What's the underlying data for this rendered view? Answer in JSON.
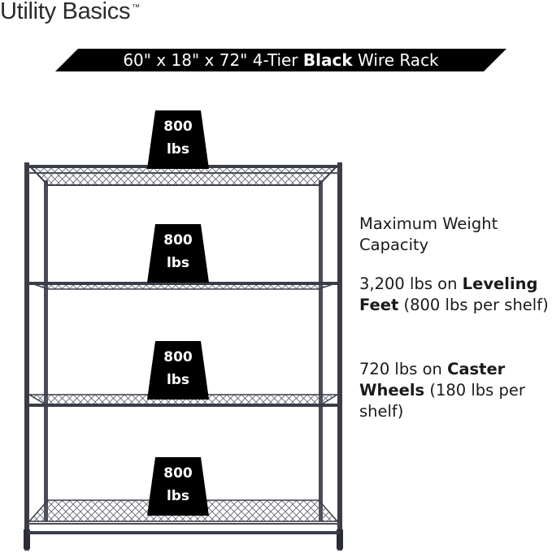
{
  "brand": {
    "name": "Utility Basics",
    "tm": "™"
  },
  "banner": {
    "prefix": "60\" x 18\" x 72\" 4-Tier ",
    "bold": "Black",
    "suffix": " Wire Rack"
  },
  "badges": [
    {
      "value": "800",
      "unit": "lbs"
    },
    {
      "value": "800",
      "unit": "lbs"
    },
    {
      "value": "800",
      "unit": "lbs"
    },
    {
      "value": "800",
      "unit": "lbs"
    }
  ],
  "info": {
    "heading": "Maximum Weight Capacity",
    "leveling": {
      "pre": "3,200 lbs on ",
      "bold": "Leveling Feet",
      "post": " (800 lbs per shelf)"
    },
    "casters": {
      "pre": "720 lbs on ",
      "bold": "Caster Wheels",
      "post": " (180 lbs per shelf)"
    }
  },
  "colors": {
    "rack": "#3a3d48",
    "badge": "#000000",
    "banner": "#000000"
  }
}
